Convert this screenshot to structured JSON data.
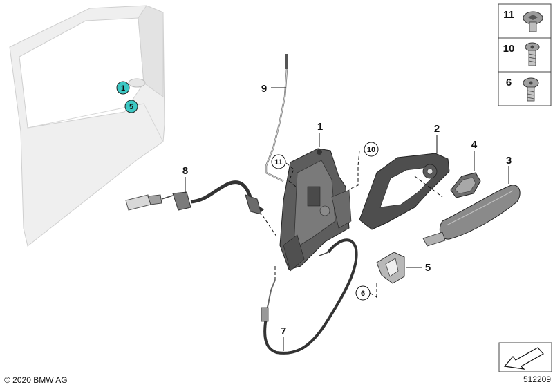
{
  "diagram": {
    "part_labels": [
      "1",
      "2",
      "3",
      "4",
      "5",
      "6",
      "7",
      "8",
      "9",
      "10",
      "11"
    ],
    "door_markers": [
      "1",
      "5"
    ],
    "circled_refs": [
      "11",
      "10",
      "6"
    ],
    "legend": [
      {
        "number": "11",
        "icon": "round-head-screw-icon"
      },
      {
        "number": "10",
        "icon": "torx-screw-icon"
      },
      {
        "number": "6",
        "icon": "torx-screw-icon"
      }
    ],
    "colors": {
      "marker_fill": "#3cc8c4",
      "part_dark": "#5a5a5a",
      "door_fill": "#eeeeee"
    }
  },
  "footer": {
    "copyright": "© 2020 BMW AG",
    "diagram_id": "512209"
  }
}
